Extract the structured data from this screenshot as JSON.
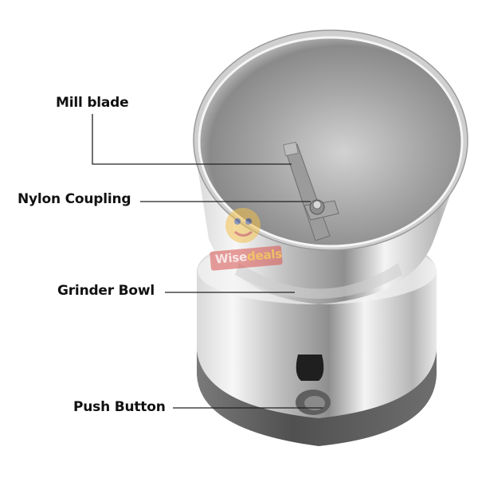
{
  "diagram": {
    "subject": "Electric coffee / spice grinder",
    "labels": [
      {
        "id": "mill-blade",
        "text": "Mill blade"
      },
      {
        "id": "nylon-coupling",
        "text": "Nylon Coupling"
      },
      {
        "id": "grinder-bowl",
        "text": "Grinder Bowl"
      },
      {
        "id": "push-button",
        "text": "Push Button"
      }
    ],
    "watermark": {
      "text_part1": "Wise",
      "text_part2": "deals"
    }
  },
  "colors": {
    "background": "#ffffff",
    "label_text": "#111111",
    "leader_line": "#222222",
    "steel_light": "#e8e8e8",
    "steel_mid": "#a9a9a9",
    "steel_dark": "#6b6b6b",
    "base_band": "#5a5a5a",
    "watermark_red": "#d9534f",
    "watermark_yellow": "#f2c14e"
  }
}
